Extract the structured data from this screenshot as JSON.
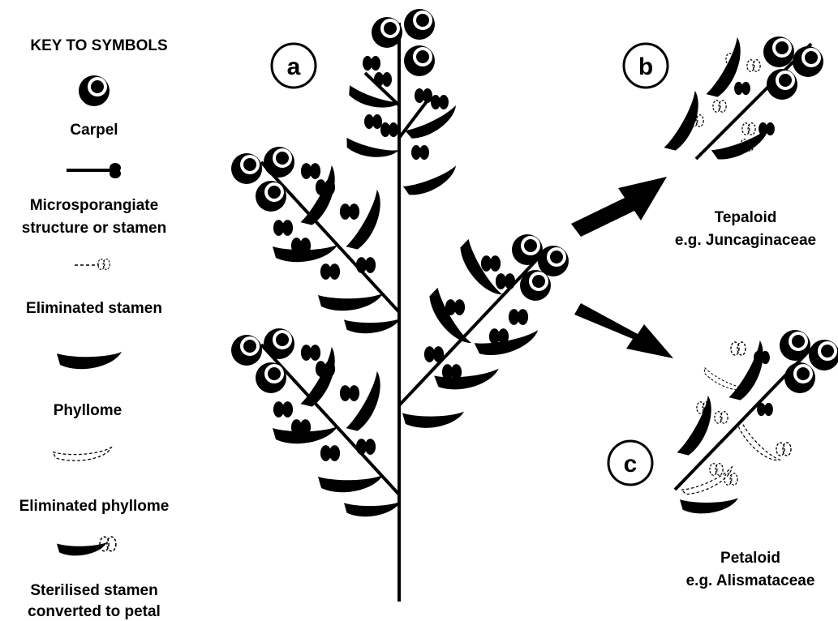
{
  "key": {
    "title": "KEY TO SYMBOLS",
    "items": [
      {
        "symbol": "carpel-icon",
        "lines": [
          "Carpel"
        ]
      },
      {
        "symbol": "stamen-icon",
        "lines": [
          "Microsporangiate",
          "structure or stamen"
        ]
      },
      {
        "symbol": "eliminated-stamen-icon",
        "lines": [
          "Eliminated stamen"
        ]
      },
      {
        "symbol": "phyllome-icon",
        "lines": [
          "Phyllome"
        ]
      },
      {
        "symbol": "eliminated-phyllome-icon",
        "lines": [
          "Eliminated phyllome"
        ]
      },
      {
        "symbol": "sterilised-stamen-petal-icon",
        "lines": [
          "Sterilised stamen",
          "converted to petal"
        ]
      }
    ]
  },
  "panels": {
    "a": {
      "label": "a"
    },
    "b": {
      "label": "b",
      "caption": [
        "Tepaloid",
        "e.g. Juncaginaceae"
      ]
    },
    "c": {
      "label": "c",
      "caption": [
        "Petaloid",
        "e.g. Alismataceae"
      ]
    }
  },
  "colors": {
    "ink": "#000000",
    "background": "#ffffff"
  }
}
